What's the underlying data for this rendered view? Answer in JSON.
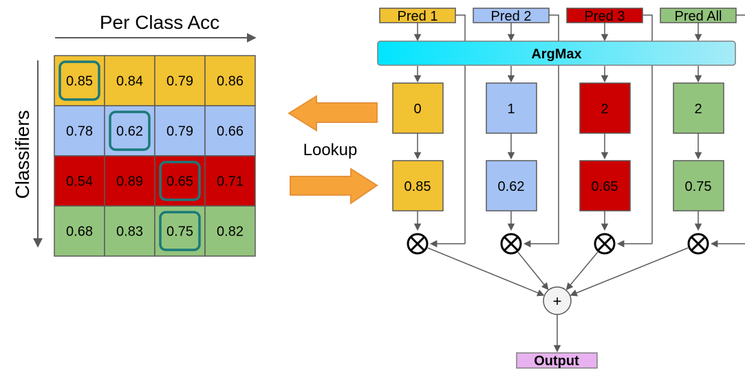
{
  "title": "Per Class Acc",
  "y_axis_label": "Classifiers",
  "lookup_label": "Lookup",
  "argmax_label": "ArgMax",
  "output_label": "Output",
  "plus_symbol": "+",
  "colors": {
    "yellow": "#f1c232",
    "blue": "#a4c2f4",
    "red": "#cc0000",
    "green": "#93c47d",
    "argmax_start": "#00e5ff",
    "argmax_end": "#a6ebf7",
    "output": "#e8b2f0",
    "highlight_border": "#1a7a7a",
    "arrow": "#f6a33a",
    "line": "#595959"
  },
  "matrix": {
    "rows": [
      {
        "color": "yellow",
        "values": [
          "0.85",
          "0.84",
          "0.79",
          "0.86"
        ],
        "highlight": 0
      },
      {
        "color": "blue",
        "values": [
          "0.78",
          "0.62",
          "0.79",
          "0.66"
        ],
        "highlight": 1
      },
      {
        "color": "red",
        "values": [
          "0.54",
          "0.89",
          "0.65",
          "0.71"
        ],
        "highlight": 2
      },
      {
        "color": "green",
        "values": [
          "0.68",
          "0.83",
          "0.75",
          "0.82"
        ],
        "highlight": 2
      }
    ]
  },
  "predictors": [
    {
      "label": "Pred 1",
      "color": "yellow",
      "argmax_value": "0",
      "lookup_value": "0.85"
    },
    {
      "label": "Pred 2",
      "color": "blue",
      "argmax_value": "1",
      "lookup_value": "0.62"
    },
    {
      "label": "Pred 3",
      "color": "red",
      "argmax_value": "2",
      "lookup_value": "0.65"
    },
    {
      "label": "Pred All",
      "color": "green",
      "argmax_value": "2",
      "lookup_value": "0.75"
    }
  ]
}
